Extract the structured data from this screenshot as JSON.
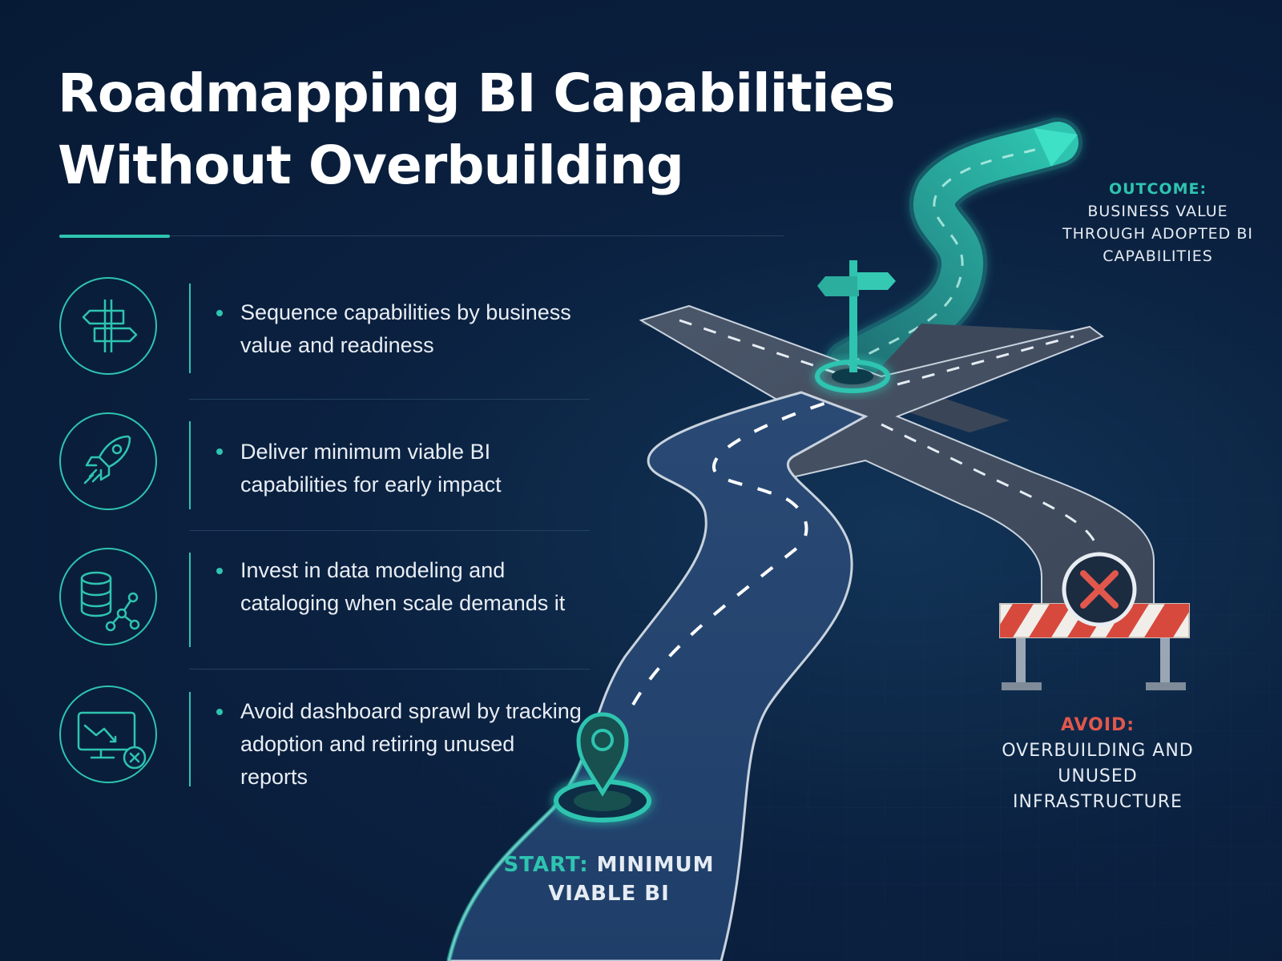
{
  "title": {
    "line1": "Roadmapping BI Capabilities",
    "line2": "Without Overbuilding"
  },
  "items": [
    {
      "icon": "signpost-icon",
      "text": "Sequence capabilities by business value and readiness"
    },
    {
      "icon": "rocket-icon",
      "text": "Deliver minimum viable BI capabilities for early impact"
    },
    {
      "icon": "database-network-icon",
      "text": "Invest in data modeling and cataloging when scale demands it"
    },
    {
      "icon": "monitor-declining-chart-icon",
      "text": "Avoid dashboard sprawl by tracking adoption and retiring unused reports"
    }
  ],
  "labels": {
    "outcome_head": "OUTCOME:",
    "outcome_body": "BUSINESS VALUE THROUGH ADOPTED BI CAPABILITIES",
    "avoid_head": "AVOID:",
    "avoid_body": "OVERBUILDING AND UNUSED INFRASTRUCTURE",
    "start_head": "START:",
    "start_body": "MINIMUM VIABLE BI"
  },
  "colors": {
    "accent": "#2ec4b0",
    "warning": "#e2574c",
    "background": "#0b2140"
  }
}
